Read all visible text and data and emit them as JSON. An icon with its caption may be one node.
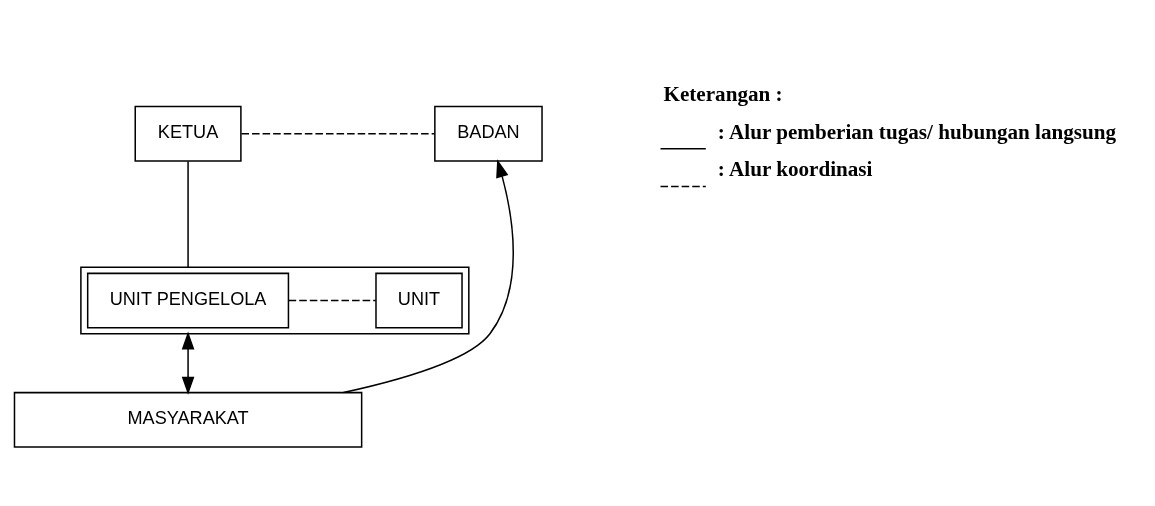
{
  "diagram": {
    "nodes": [
      {
        "text": [
          "KETUA"
        ]
      },
      {
        "text": [
          "BADAN"
        ]
      },
      {
        "text": [],
        "shape": "box"
      },
      {
        "text": [
          "UNIT PENGELOLA"
        ],
        "in": 2
      },
      {
        "text": [
          "UNIT"
        ],
        "in": 2
      },
      {
        "text": [
          "MASYARAKAT"
        ]
      }
    ],
    "edges": [
      {
        "from": 0,
        "to": 1,
        "arrow": "none",
        "style": "dashed"
      },
      {
        "from": 0,
        "to": 2,
        "arrow": "none"
      },
      {
        "from": 3,
        "to": 4,
        "arrow": "none",
        "style": "dashed"
      },
      {
        "from": 2,
        "to": 5,
        "arrow": "both"
      },
      {
        "from": 5,
        "to": 1,
        "arrow": "to"
      }
    ],
    "labels": [
      "Keterangan :"
    ],
    "legend": [
      {
        "text": ": Alur pemberian tugas/ hubungan langsung"
      },
      {
        "text": ": Alur koordinasi"
      }
    ]
  }
}
